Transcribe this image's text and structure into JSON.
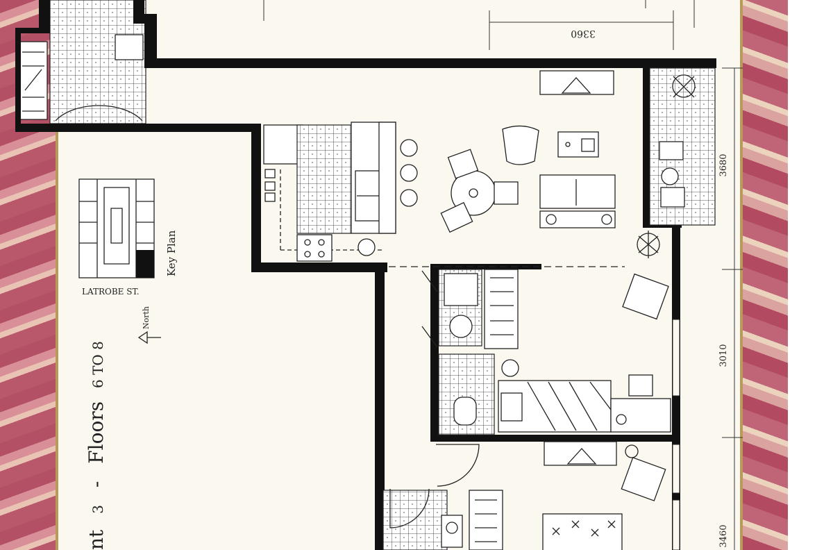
{
  "title": {
    "prefix": "nt",
    "apartment_no": "3",
    "dash": "-",
    "floors_word": "Floors",
    "floors_range": "6 TO 8"
  },
  "key_plan": {
    "label": "Key Plan",
    "street": "LATROBE ST.",
    "north": "North"
  },
  "dimensions": {
    "top": "3360",
    "right_upper": "3680",
    "right_middle": "3010",
    "right_lower": "3460"
  },
  "colors": {
    "paper": "#fbf8f0",
    "wall": "#111111",
    "border_gold": "#b89b5a",
    "background_pink": "#c46a7a"
  }
}
